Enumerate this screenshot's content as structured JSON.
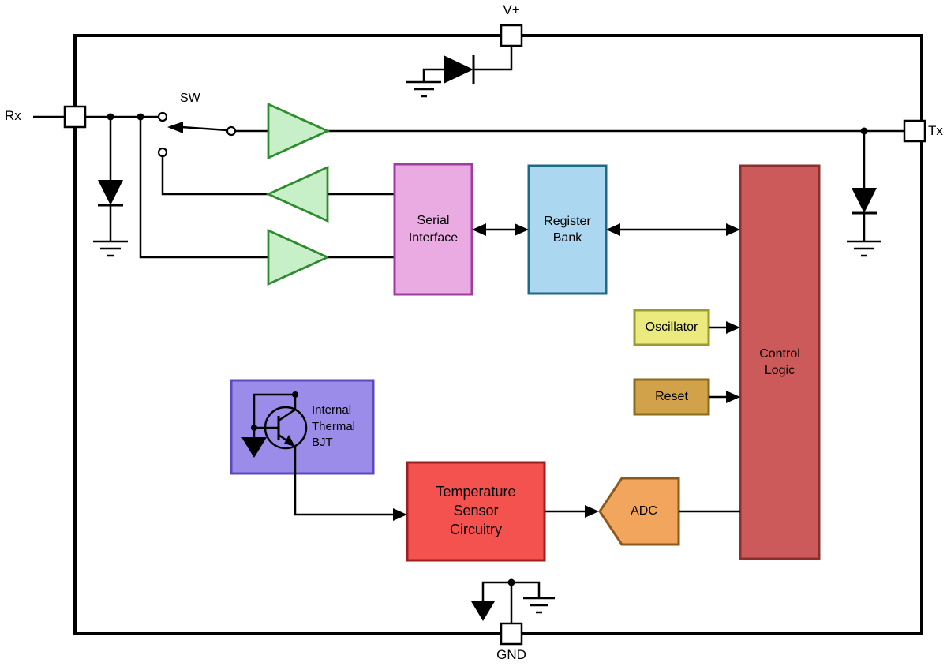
{
  "diagram": {
    "pins": {
      "vplus": "V+",
      "rx": "Rx",
      "tx": "Tx",
      "gnd": "GND"
    },
    "switch_label": "SW",
    "blocks": {
      "serial_interface": {
        "label": "Serial\nInterface"
      },
      "register_bank": {
        "label": "Register\nBank"
      },
      "control_logic": {
        "label": "Control\nLogic"
      },
      "oscillator": {
        "label": "Oscillator"
      },
      "reset": {
        "label": "Reset"
      },
      "thermal_bjt": {
        "label": "Internal\nThermal\nBJT"
      },
      "temperature_sensor": {
        "label": "Temperature\nSensor\nCircuitry"
      },
      "adc": {
        "label": "ADC"
      }
    },
    "colors": {
      "wire": "#000000",
      "pin_fill": "#ffffff",
      "buffer_fill": "#c8f0c8",
      "buffer_stroke": "#2e8b2e",
      "serial_fill": "#eaaae2",
      "serial_stroke": "#a03ca0",
      "register_fill": "#abd7f0",
      "register_stroke": "#1d6a85",
      "control_fill": "#cd5a5a",
      "control_stroke": "#8b2e2e",
      "osc_fill": "#eaea7e",
      "osc_stroke": "#9b9b30",
      "reset_fill": "#d2a24a",
      "reset_stroke": "#8a6a1e",
      "bjt_fill": "#9a8ce8",
      "bjt_stroke": "#5b49c0",
      "temp_fill": "#f4524e",
      "temp_stroke": "#9e1f1f",
      "adc_fill": "#f2a55c",
      "adc_stroke": "#8a591b"
    }
  }
}
